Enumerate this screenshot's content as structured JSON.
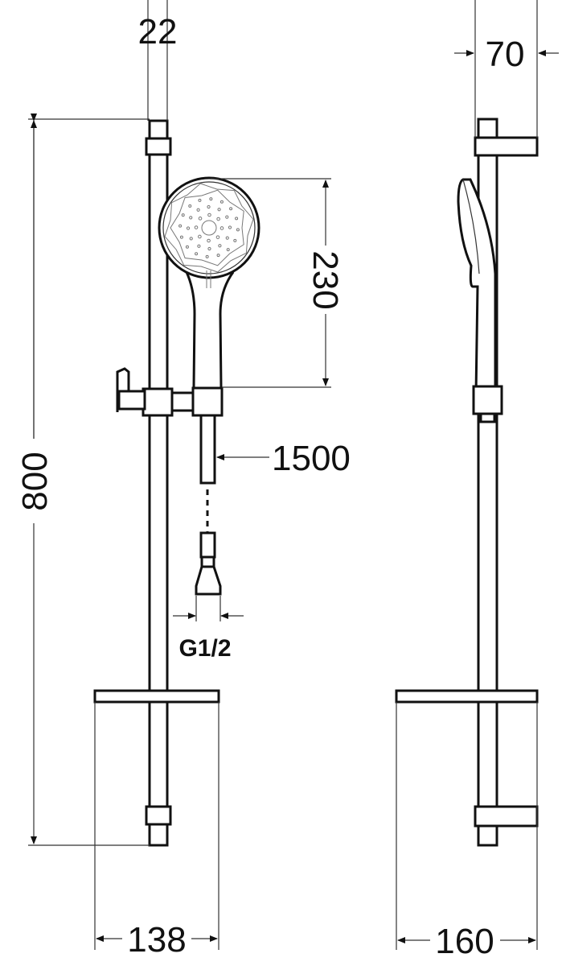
{
  "drawing": {
    "dimensions": {
      "rail_width": "22",
      "bracket_depth": "70",
      "head_length": "230",
      "rail_length": "800",
      "hose_length": "1500",
      "thread": "G1/2",
      "shelf_width": "138",
      "shelf_depth": "160"
    }
  }
}
